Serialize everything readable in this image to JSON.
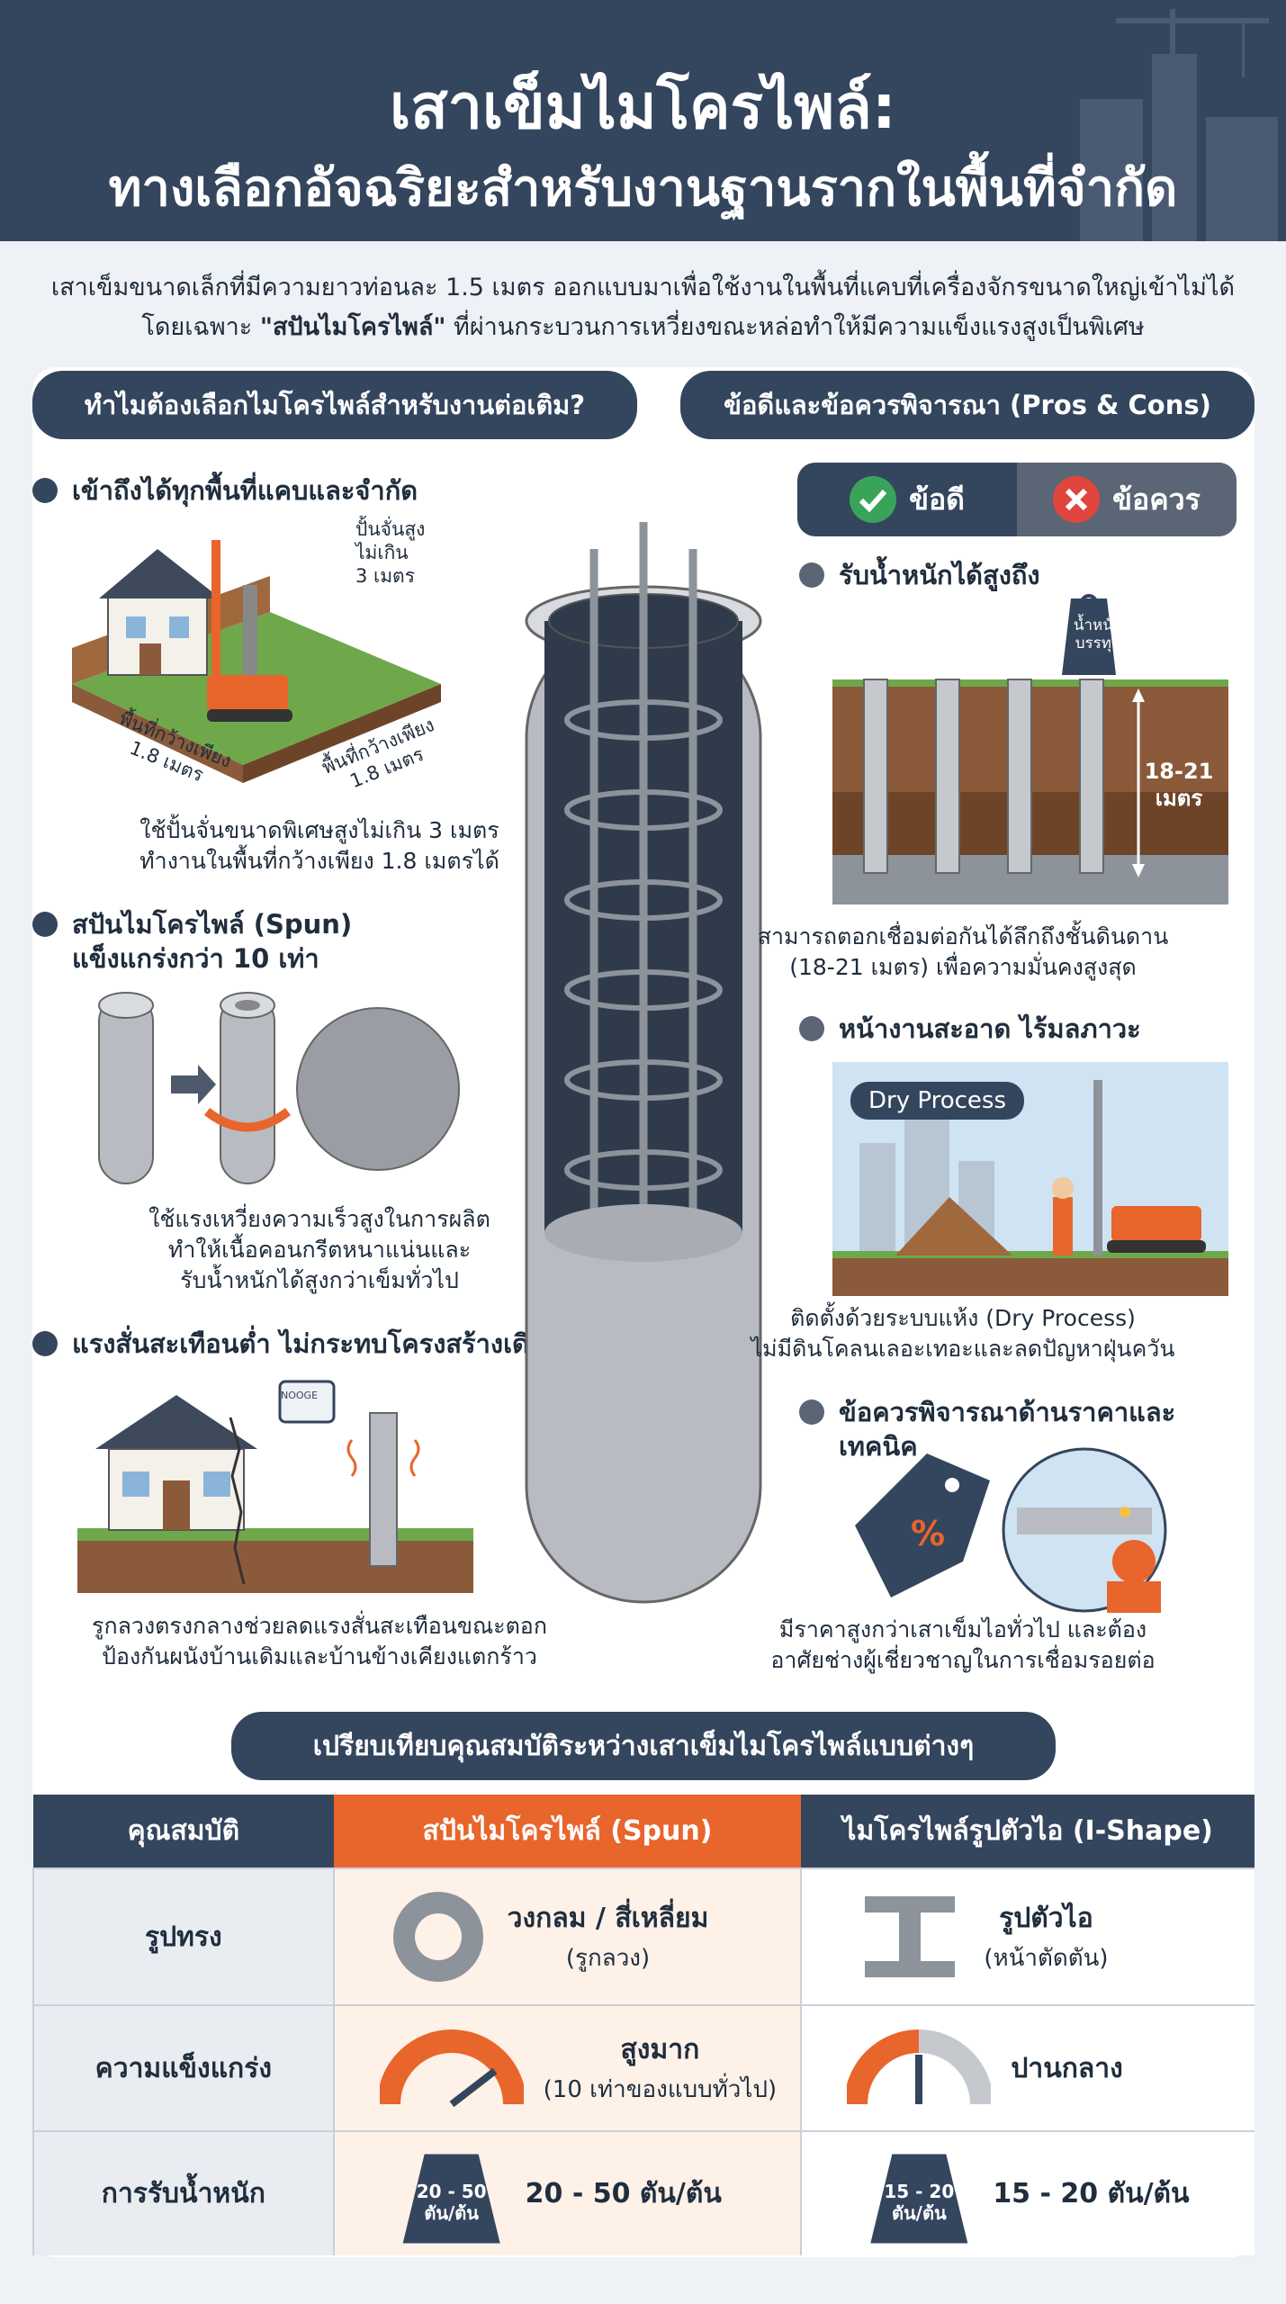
{
  "header": {
    "title_line1": "เสาเข็มไมโครไพล์:",
    "title_line2": "ทางเลือกอัจฉริยะสำหรับงานฐานรากในพื้นที่จำกัด"
  },
  "intro": {
    "line1": "เสาเข็มขนาดเล็กที่มีความยาวท่อนละ 1.5 เมตร ออกแบบมาเพื่อใช้งานในพื้นที่แคบที่เครื่องจักรขนาดใหญ่เข้าไม่ได้",
    "line2_prefix": "โดยเฉพาะ ",
    "line2_bold": "\"สปันไมโครไพล์\"",
    "line2_suffix": " ที่ผ่านกระบวนการเหวี่ยงขณะหล่อทำให้มีความแข็งแรงสูงเป็นพิเศษ"
  },
  "left_panel": {
    "title": "ทำไมต้องเลือกไมโครไพล์สำหรับงานต่อเติม?",
    "sec1": {
      "heading": "เข้าถึงได้ทุกพื้นที่แคบและจำกัด",
      "label_height": "ปั้นจั่นสูง\nไม่เกิน\n3 เมตร",
      "label_width_left": "พื้นที่กว้างเพียง\n1.8 เมตร",
      "label_width_right": "พื้นที่กว้างเพียง\n1.8 เมตร",
      "caption": "ใช้ปั้นจั่นขนาดพิเศษสูงไม่เกิน 3 เมตร\nทำงานในพื้นที่กว้างเพียง 1.8 เมตรได้"
    },
    "sec2": {
      "heading": "สปันไมโครไพล์ (Spun)\nแข็งแกร่งกว่า 10 เท่า",
      "caption": "ใช้แรงเหวี่ยงความเร็วสูงในการผลิต\nทำให้เนื้อคอนกรีตหนาแน่นและ\nรับน้ำหนักได้สูงกว่าเข็มทั่วไป"
    },
    "sec3": {
      "heading": "แรงสั่นสะเทือนต่ำ ไม่กระทบโครงสร้างเดิม",
      "monitor_label": "NOOGE",
      "caption": "รูกลวงตรงกลางช่วยลดแรงสั่นสะเทือนขณะตอก\nป้องกันผนังบ้านเดิมและบ้านข้างเคียงแตกร้าว"
    }
  },
  "right_panel": {
    "title": "ข้อดีและข้อควรพิจารณา (Pros & Cons)",
    "toggle_pros": "ข้อดี",
    "toggle_cons": "ข้อควร",
    "sec1": {
      "heading": "รับน้ำหนักได้สูงถึง",
      "weight_label": "น้ำหนัก\nบรรทุก",
      "depth_label": "18-21\nเมตร",
      "caption": "สามารถตอกเชื่อมต่อกันได้ลึกถึงชั้นดินดาน\n(18-21 เมตร) เพื่อความมั่นคงสูงสุด"
    },
    "sec2": {
      "heading": "หน้างานสะอาด ไร้มลภาวะ",
      "badge": "Dry Process",
      "caption": "ติดตั้งด้วยระบบแห้ง (Dry Process)\nไม่มีดินโคลนเลอะเทอะและลดปัญหาฝุ่นควัน"
    },
    "sec3": {
      "heading": "ข้อควรพิจารณาด้านราคาและเทคนิค",
      "tag_symbol": "%",
      "caption": "มีราคาสูงกว่าเสาเข็มไอทั่วไป และต้อง\nอาศัยช่างผู้เชี่ยวชาญในการเชื่อมรอยต่อ"
    }
  },
  "comparison": {
    "title": "เปรียบเทียบคุณสมบัติระหว่างเสาเข็มไมโครไพล์แบบต่างๆ",
    "headers": [
      "คุณสมบัติ",
      "สปันไมโครไพล์ (Spun)",
      "ไมโครไพล์รูปตัวไอ (I-Shape)"
    ],
    "rows": [
      {
        "label": "รูปทรง",
        "spun_main": "วงกลม / สี่เหลี่ยม",
        "spun_sub": "(รูกลวง)",
        "ishape_main": "รูปตัวไอ",
        "ishape_sub": "(หน้าตัดตัน)"
      },
      {
        "label": "ความแข็งแกร่ง",
        "spun_main": "สูงมาก",
        "spun_sub": "(10 เท่าของแบบทั่วไป)",
        "ishape_main": "ปานกลาง",
        "ishape_sub": ""
      },
      {
        "label": "การรับน้ำหนัก",
        "spun_badge": "20 - 50\nตัน/ต้น",
        "spun_main": "20 - 50 ตัน/ต้น",
        "ishape_badge": "15 - 20\nตัน/ต้น",
        "ishape_main": "15 - 20 ตัน/ต้น"
      }
    ]
  },
  "colors": {
    "navy": "#34455e",
    "orange": "#e8652b",
    "green": "#3aa35a",
    "red": "#e0463e",
    "cream": "#fdf1e8"
  }
}
